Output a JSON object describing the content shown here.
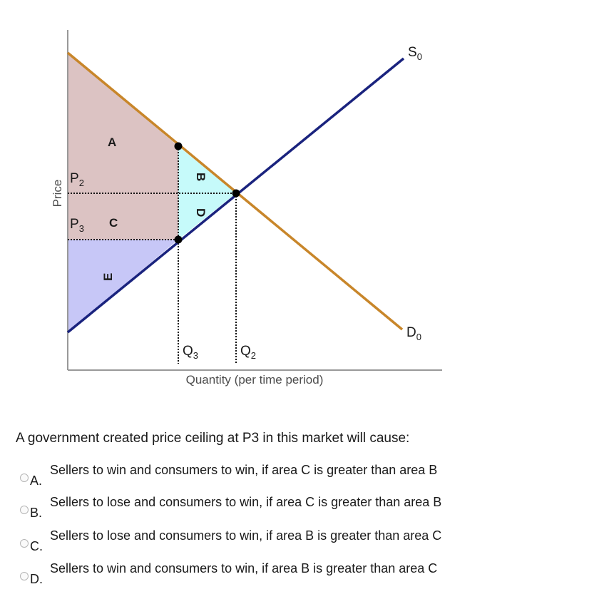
{
  "diagram": {
    "areas": [
      "A",
      "B",
      "C",
      "D",
      "E"
    ],
    "price_labels": {
      "p2": {
        "main": "P",
        "sub": "2"
      },
      "p3": {
        "main": "P",
        "sub": "3"
      }
    },
    "quantity_labels": {
      "q3": {
        "main": "Q",
        "sub": "3"
      },
      "q2": {
        "main": "Q",
        "sub": "2"
      }
    },
    "curves": {
      "supply": {
        "main": "S",
        "sub": "0"
      },
      "demand": {
        "main": "D",
        "sub": "0"
      }
    },
    "y_axis_title": "Price",
    "x_axis_title": "Quantity (per time period)",
    "colors": {
      "demand": "#c8862a",
      "supply": "#1a237e",
      "area_consumer": "#dcc3c3",
      "area_deadweight": "#c6fafa",
      "area_producer": "#c7c7f7"
    }
  },
  "question": "A government created price ceiling at P3 in this market will cause:",
  "options": [
    {
      "letter": "A.",
      "text": "Sellers to win and consumers to win, if area C is greater than area B"
    },
    {
      "letter": "B.",
      "text": "Sellers to lose and consumers to win, if area C is greater than area B"
    },
    {
      "letter": "C.",
      "text": "Sellers to lose and consumers to win, if area B is greater than area C"
    },
    {
      "letter": "D.",
      "text": "Sellers to win and consumers to win, if area B is greater than area C"
    }
  ]
}
